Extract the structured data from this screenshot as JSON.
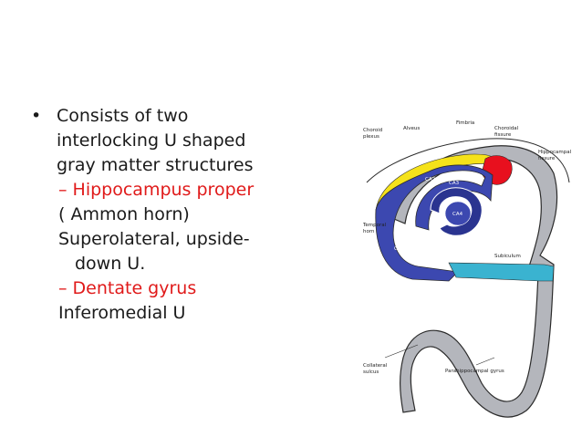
{
  "bullets": {
    "marker": "•",
    "main_lines": [
      "Consists of two",
      "interlocking U shaped",
      "gray matter structures"
    ],
    "dash": "–",
    "hippocampus_label": "Hippocampus proper",
    "ammon_line": "( Ammon horn)",
    "superolateral_lines": [
      "Superolateral, upside-",
      "down U."
    ],
    "dentate_label": "Dentate gyrus",
    "inferomedial_line": "Inferomedial U"
  },
  "diagram": {
    "labels": {
      "choroid_plexus": [
        "Choroid",
        "plexus"
      ],
      "alveus": "Alveus",
      "fimbria": "Fimbria",
      "choroidal_fissure": [
        "Choroidal",
        "fissure"
      ],
      "hippocampal_fissure": [
        "Hippocampal",
        "fissure"
      ],
      "ca2": "CA2",
      "ca3": "CA3",
      "ca4": "CA4",
      "dentate_g": "Dentate G.",
      "ca1": "CA1",
      "temporal_horn": [
        "Temporal",
        "horn"
      ],
      "subiculum": "Subiculum",
      "collateral_sulcus": [
        "Collateral",
        "sulcus"
      ],
      "parahippocampal_gyrus": "Parahippocampal gyrus"
    },
    "colors": {
      "hippocampus": "#3c48b0",
      "hippocampus_dark": "#2a3490",
      "alveus_yellow": "#f5e21a",
      "fimbria_red": "#e8101e",
      "subiculum_teal": "#3ab3d0",
      "cortex_gray": "#b4b6bc",
      "outline": "#2b2b2b",
      "bullet_red": "#e01a1a"
    }
  }
}
